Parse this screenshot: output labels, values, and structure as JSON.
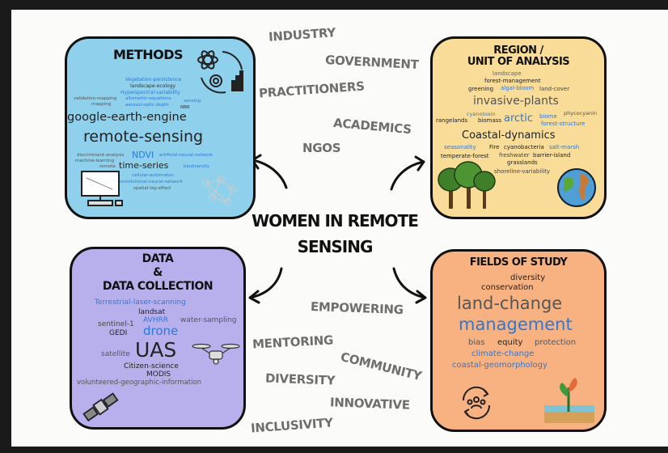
{
  "center": {
    "line1": "WOMEN IN REMOTE",
    "line2": "SENSING"
  },
  "side_words": [
    "INDUSTRY",
    "GOVERNMENT",
    "PRACTITIONERS",
    "ACADEMICS",
    "NGOS",
    "EMPOWERING",
    "MENTORING",
    "COMMUNITY",
    "DIVERSITY",
    "INNOVATIVE",
    "INCLUSIVITY"
  ],
  "methods": {
    "title": "METHODS",
    "words": [
      "Vegetation-persistence",
      "landscape-ecology",
      "Hyperspectral-variability",
      "validation-mapping",
      "allometric-equations",
      "sensing",
      "mapping",
      "aerosol-optic-depth",
      "NBR",
      "google-earth-engine",
      "remote-sensing",
      "discriminant-analysis",
      "NDVI",
      "artificial-neural-network",
      "machine-learning",
      "remote",
      "time-series",
      "biodiversity",
      "cellular-automaton",
      "convolutional-neural-network",
      "spatial-lag-effect"
    ]
  },
  "region": {
    "title_line1": "REGION /",
    "title_line2": "UNIT OF ANALYSIS",
    "words": [
      "landscape",
      "forest-management",
      "greening",
      "algal-bloom",
      "land-cover",
      "invasive-plants",
      "cyanotoxin",
      "phycocyanin",
      "rangelands",
      "biomass",
      "arctic",
      "biome",
      "forest-structure",
      "Coastal-dynamics",
      "seasonality",
      "Fire",
      "cyanobacteria",
      "salt-marsh",
      "temperate-forest",
      "freshwater",
      "barrier-island",
      "grasslands",
      "shoreline-variability"
    ]
  },
  "data": {
    "title_line1": "DATA",
    "title_line2": "&",
    "title_line3": "DATA COLLECTION",
    "words": [
      "Terrestrial-laser-scanning",
      "landsat",
      "AVHRR",
      "sentinel-1",
      "water-sampling",
      "GEDI",
      "drone",
      "satellite",
      "UAS",
      "Citizen-science",
      "MODIS",
      "volunteered-geographic-information"
    ]
  },
  "fields": {
    "title": "FIELDS OF STUDY",
    "words": [
      "diversity",
      "conservation",
      "land-change",
      "management",
      "bias",
      "equity",
      "protection",
      "climate-change",
      "coastal-geomorphology"
    ]
  },
  "colors": {
    "methods": "#8fd0ec",
    "region": "#f8dc98",
    "data": "#b8b0ec",
    "fields": "#f8b282",
    "blue_text": "#2c78d6"
  },
  "icons": [
    "atom-icon",
    "gear-icon",
    "bar-chart-icon",
    "computer-icon",
    "tree-icon",
    "globe-icon",
    "drone-icon",
    "satellite-icon",
    "people-cycle-icon",
    "plant-icon"
  ]
}
